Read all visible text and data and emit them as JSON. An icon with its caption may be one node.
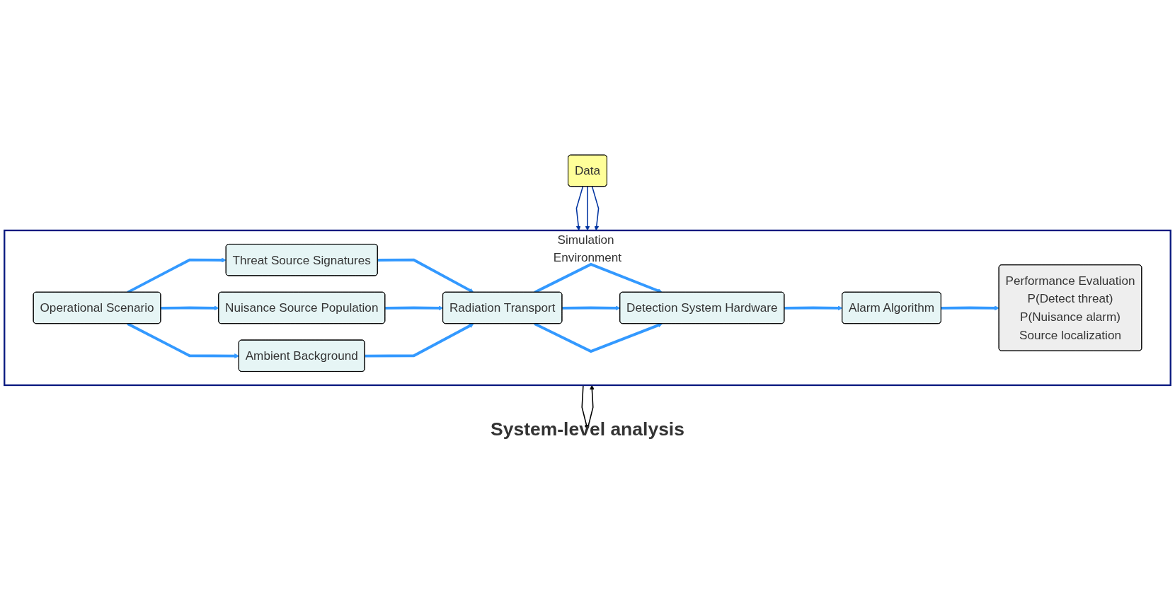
{
  "diagram": {
    "nodes": [
      {
        "text": [
          "Simulation Environment"
        ]
      },
      {
        "text": [
          "Operational Scenario"
        ],
        "in": 0
      },
      {
        "text": [
          "Threat Source Signatures"
        ],
        "in": 0
      },
      {
        "text": [
          "Nuisance Source Population"
        ],
        "in": 0
      },
      {
        "text": [
          "Ambient Background"
        ],
        "in": 0
      },
      {
        "text": [
          "Radiation Transport"
        ],
        "in": 0
      },
      {
        "text": [
          "Detection System Hardware"
        ],
        "in": 0
      },
      {
        "text": [
          "Alarm Algorithm"
        ],
        "in": 0
      },
      {
        "text": [
          "Performance Evaluation",
          "P(Detect threat)",
          "P(Nuisance alarm)",
          "Source localization"
        ],
        "in": 0
      },
      {
        "text": [
          "Data"
        ]
      },
      {
        "text": [
          "System-level analysis"
        ]
      }
    ],
    "edges": [
      {
        "from": 1,
        "to": 2,
        "arrow": "to"
      },
      {
        "from": 1,
        "to": 3,
        "arrow": "to"
      },
      {
        "from": 1,
        "to": 4,
        "arrow": "to"
      },
      {
        "from": 2,
        "to": 5,
        "arrow": "to"
      },
      {
        "from": 3,
        "to": 5,
        "arrow": "to"
      },
      {
        "from": 4,
        "to": 5,
        "arrow": "to"
      },
      {
        "from": 5,
        "to": 6,
        "arrow": "to"
      },
      {
        "from": 5,
        "to": 6,
        "arrow": "to"
      },
      {
        "from": 5,
        "to": 6,
        "arrow": "to"
      },
      {
        "from": 6,
        "to": 7,
        "arrow": "to"
      },
      {
        "from": 7,
        "to": 8,
        "arrow": "to"
      },
      {
        "from": 9,
        "to": 0,
        "arrow": "to",
        "color": "#0033a0"
      },
      {
        "from": 9,
        "to": 0,
        "arrow": "to",
        "color": "#0033a0"
      },
      {
        "from": 9,
        "to": 0,
        "arrow": "to",
        "color": "#0033a0"
      },
      {
        "from": 0,
        "to": 10,
        "arrow": "to",
        "color": "#000000"
      },
      {
        "from": 10,
        "to": 0,
        "arrow": "to",
        "color": "#000000"
      }
    ]
  }
}
